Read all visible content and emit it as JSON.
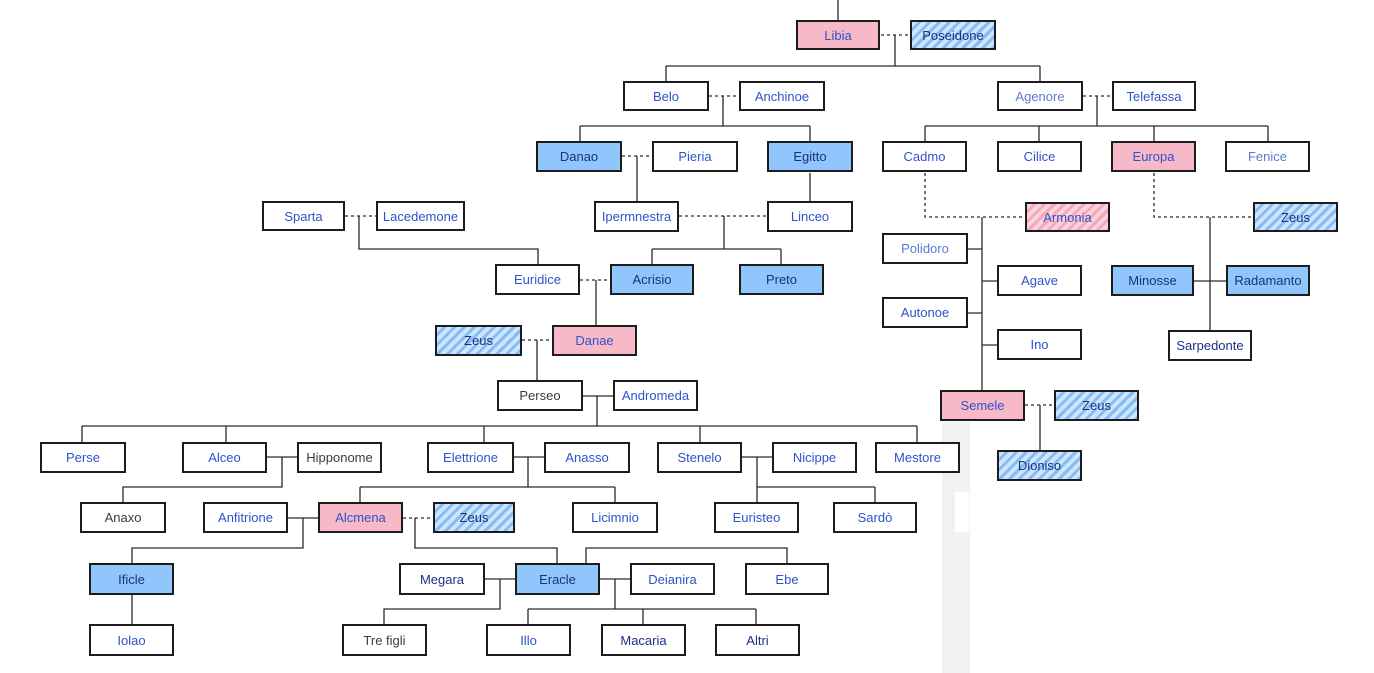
{
  "diagram": {
    "colors": {
      "line": "#2a2a2a",
      "border": "#1c1c1c",
      "male_fill": "#90c6fb",
      "female_fill": "#f7b9c8",
      "text_blue": "#2f52c9"
    },
    "people": [
      {
        "id": "libia",
        "label": "Libia",
        "fill": "pink"
      },
      {
        "id": "poseidone",
        "label": "Poseidone",
        "fill": "bluehatch"
      },
      {
        "id": "belo",
        "label": "Belo"
      },
      {
        "id": "anchinoe",
        "label": "Anchinoe"
      },
      {
        "id": "agenore",
        "label": "Agenore",
        "tone": "light"
      },
      {
        "id": "telefassa",
        "label": "Telefassa"
      },
      {
        "id": "danao",
        "label": "Danao",
        "fill": "blue"
      },
      {
        "id": "pieria",
        "label": "Pieria"
      },
      {
        "id": "egitto",
        "label": "Egitto",
        "fill": "blue"
      },
      {
        "id": "cadmo",
        "label": "Cadmo"
      },
      {
        "id": "cilice",
        "label": "Cilice"
      },
      {
        "id": "europa",
        "label": "Europa",
        "fill": "pink"
      },
      {
        "id": "fenice",
        "label": "Fenice",
        "tone": "light"
      },
      {
        "id": "sparta",
        "label": "Sparta"
      },
      {
        "id": "lacedemone",
        "label": "Lacedemone"
      },
      {
        "id": "ipermnestra",
        "label": "Ipermnestra"
      },
      {
        "id": "linceo",
        "label": "Linceo"
      },
      {
        "id": "armonia",
        "label": "Armonia",
        "fill": "pinkhatch"
      },
      {
        "id": "zeus_eur",
        "label": "Zeus",
        "fill": "bluehatch"
      },
      {
        "id": "polidoro",
        "label": "Polidoro",
        "tone": "light"
      },
      {
        "id": "euridice",
        "label": "Euridice"
      },
      {
        "id": "acrisio",
        "label": "Acrisio",
        "fill": "blue"
      },
      {
        "id": "preto",
        "label": "Preto",
        "fill": "blue"
      },
      {
        "id": "agave",
        "label": "Agave"
      },
      {
        "id": "minosse",
        "label": "Minosse",
        "fill": "blue"
      },
      {
        "id": "radamanto",
        "label": "Radamanto",
        "fill": "blue"
      },
      {
        "id": "autonoe",
        "label": "Autonoe"
      },
      {
        "id": "zeus_dan",
        "label": "Zeus",
        "fill": "bluehatch"
      },
      {
        "id": "danae",
        "label": "Danae",
        "fill": "pink"
      },
      {
        "id": "ino",
        "label": "Ino"
      },
      {
        "id": "sarpedonte",
        "label": "Sarpedonte",
        "tone": "dark"
      },
      {
        "id": "perseo",
        "label": "Perseo",
        "tone": "text"
      },
      {
        "id": "andromeda",
        "label": "Andromeda"
      },
      {
        "id": "semele",
        "label": "Semele",
        "fill": "pink"
      },
      {
        "id": "zeus_sem",
        "label": "Zeus",
        "fill": "bluehatch"
      },
      {
        "id": "perse",
        "label": "Perse"
      },
      {
        "id": "alceo",
        "label": "Alceo"
      },
      {
        "id": "hipponome",
        "label": "Hipponome",
        "tone": "text"
      },
      {
        "id": "elettrione",
        "label": "Elettrione"
      },
      {
        "id": "anasso",
        "label": "Anasso"
      },
      {
        "id": "stenelo",
        "label": "Stenelo"
      },
      {
        "id": "nicippe",
        "label": "Nicippe"
      },
      {
        "id": "mestore",
        "label": "Mestore"
      },
      {
        "id": "dioniso",
        "label": "Dioniso",
        "fill": "bluehatch"
      },
      {
        "id": "anaxo",
        "label": "Anaxo",
        "tone": "text"
      },
      {
        "id": "anfitrione",
        "label": "Anfitrione"
      },
      {
        "id": "alcmena",
        "label": "Alcmena",
        "fill": "pink"
      },
      {
        "id": "zeus_alc",
        "label": "Zeus",
        "fill": "bluehatch"
      },
      {
        "id": "licimnio",
        "label": "Licimnio"
      },
      {
        "id": "euristeo",
        "label": "Euristeo"
      },
      {
        "id": "sardo",
        "label": "Sardò"
      },
      {
        "id": "ificle",
        "label": "Ificle",
        "fill": "blue"
      },
      {
        "id": "megara",
        "label": "Megara",
        "tone": "dark"
      },
      {
        "id": "eracle",
        "label": "Eracle",
        "fill": "blue"
      },
      {
        "id": "deianira",
        "label": "Deianira"
      },
      {
        "id": "ebe",
        "label": "Ebe"
      },
      {
        "id": "iolao",
        "label": "Iolao"
      },
      {
        "id": "tre_figli",
        "label": "Tre figli",
        "tone": "text"
      },
      {
        "id": "illo",
        "label": "Illo"
      },
      {
        "id": "macaria",
        "label": "Macaria",
        "tone": "dark"
      },
      {
        "id": "altri",
        "label": "Altri",
        "tone": "dark"
      }
    ]
  }
}
